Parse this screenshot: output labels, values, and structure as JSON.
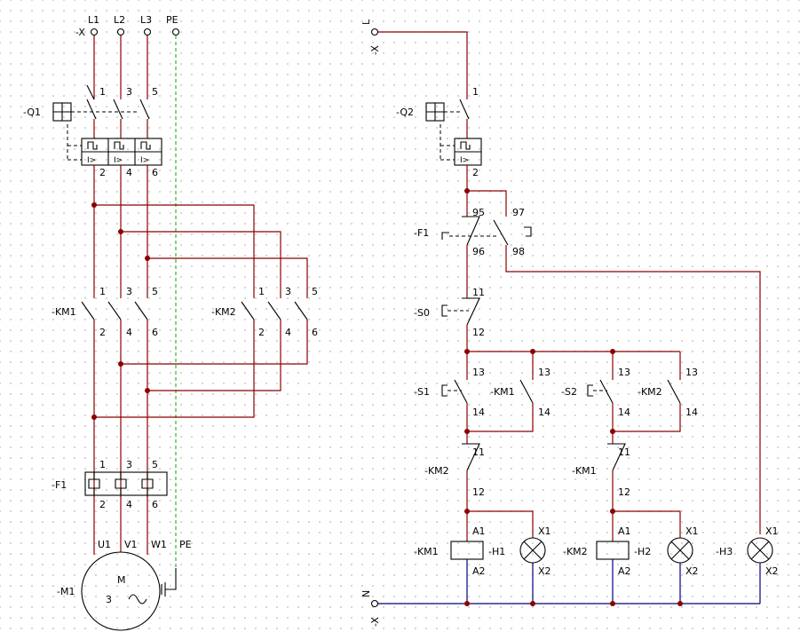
{
  "power": {
    "terminal_id": "-X",
    "phases": [
      "L1",
      "L2",
      "L3",
      "PE"
    ],
    "q1": {
      "id": "-Q1",
      "in": [
        "1",
        "3",
        "5"
      ],
      "out": [
        "2",
        "4",
        "6"
      ],
      "trip": "I>"
    },
    "km1": {
      "id": "-KM1",
      "in": [
        "1",
        "3",
        "5"
      ],
      "out": [
        "2",
        "4",
        "6"
      ]
    },
    "km2": {
      "id": "-KM2",
      "in": [
        "1",
        "3",
        "5"
      ],
      "out": [
        "2",
        "4",
        "6"
      ]
    },
    "f1": {
      "id": "-F1",
      "in": [
        "1",
        "3",
        "5"
      ],
      "out": [
        "2",
        "4",
        "6"
      ]
    },
    "motor": {
      "id": "-M1",
      "terminals": [
        "U1",
        "V1",
        "W1",
        "PE"
      ],
      "symbol": "M",
      "phases": "3"
    }
  },
  "control": {
    "l_terminal": "-X",
    "l_label": "L",
    "n_terminal": "-X",
    "n_label": "N",
    "q2": {
      "id": "-Q2",
      "in": "1",
      "out": "2",
      "trip": "I>"
    },
    "f1": {
      "id": "-F1",
      "nc_a": "95",
      "nc_b": "96",
      "no_a": "97",
      "no_b": "98"
    },
    "s0": {
      "id": "-S0",
      "a": "11",
      "b": "12"
    },
    "s1": {
      "id": "-S1",
      "a": "13",
      "b": "14"
    },
    "km1_hold": {
      "id": "-KM1",
      "a": "13",
      "b": "14"
    },
    "s2": {
      "id": "-S2",
      "a": "13",
      "b": "14"
    },
    "km2_hold": {
      "id": "-KM2",
      "a": "13",
      "b": "14"
    },
    "km2_nc": {
      "id": "-KM2",
      "a": "11",
      "b": "12"
    },
    "km1_nc": {
      "id": "-KM1",
      "a": "11",
      "b": "12"
    },
    "km1_coil": {
      "id": "-KM1",
      "a": "A1",
      "b": "A2"
    },
    "h1": {
      "id": "-H1",
      "a": "X1",
      "b": "X2"
    },
    "km2_coil": {
      "id": "-KM2",
      "a": "A1",
      "b": "A2"
    },
    "h2": {
      "id": "-H2",
      "a": "X1",
      "b": "X2"
    },
    "h3": {
      "id": "-H3",
      "a": "X1",
      "b": "X2"
    }
  },
  "colors": {
    "power_wire": "#8b0000",
    "neutral_wire": "#000080",
    "pe_wire": "#00aa00",
    "symbol": "#000000"
  }
}
